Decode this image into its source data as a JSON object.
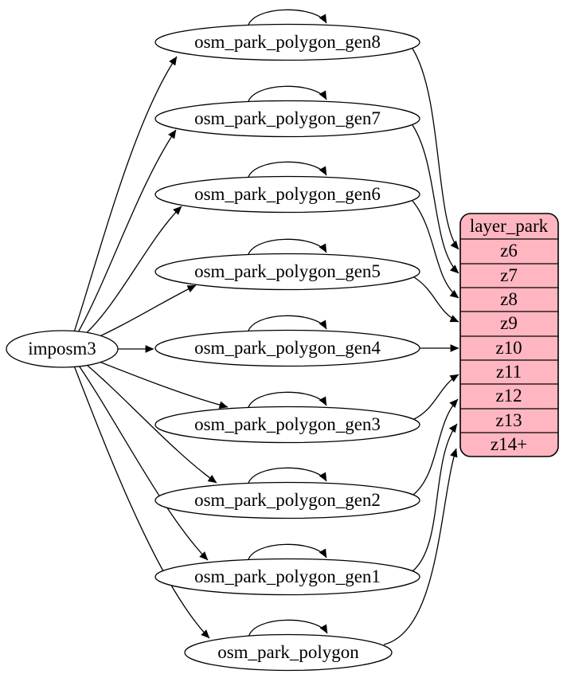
{
  "diagram": {
    "type": "graphviz-digraph",
    "source": {
      "label": "imposm3"
    },
    "tables": [
      {
        "label": "osm_park_polygon_gen8",
        "target_row": "z6"
      },
      {
        "label": "osm_park_polygon_gen7",
        "target_row": "z7"
      },
      {
        "label": "osm_park_polygon_gen6",
        "target_row": "z8"
      },
      {
        "label": "osm_park_polygon_gen5",
        "target_row": "z9"
      },
      {
        "label": "osm_park_polygon_gen4",
        "target_row": "z10"
      },
      {
        "label": "osm_park_polygon_gen3",
        "target_row": "z11"
      },
      {
        "label": "osm_park_polygon_gen2",
        "target_row": "z12"
      },
      {
        "label": "osm_park_polygon_gen1",
        "target_row": "z13"
      },
      {
        "label": "osm_park_polygon",
        "target_row": "z14+"
      }
    ],
    "layer": {
      "title": "layer_park",
      "rows": [
        "z6",
        "z7",
        "z8",
        "z9",
        "z10",
        "z11",
        "z12",
        "z13",
        "z14+"
      ]
    },
    "colors": {
      "layer_fill": "#ffb6c1",
      "stroke": "#000000",
      "background": "#ffffff"
    }
  }
}
